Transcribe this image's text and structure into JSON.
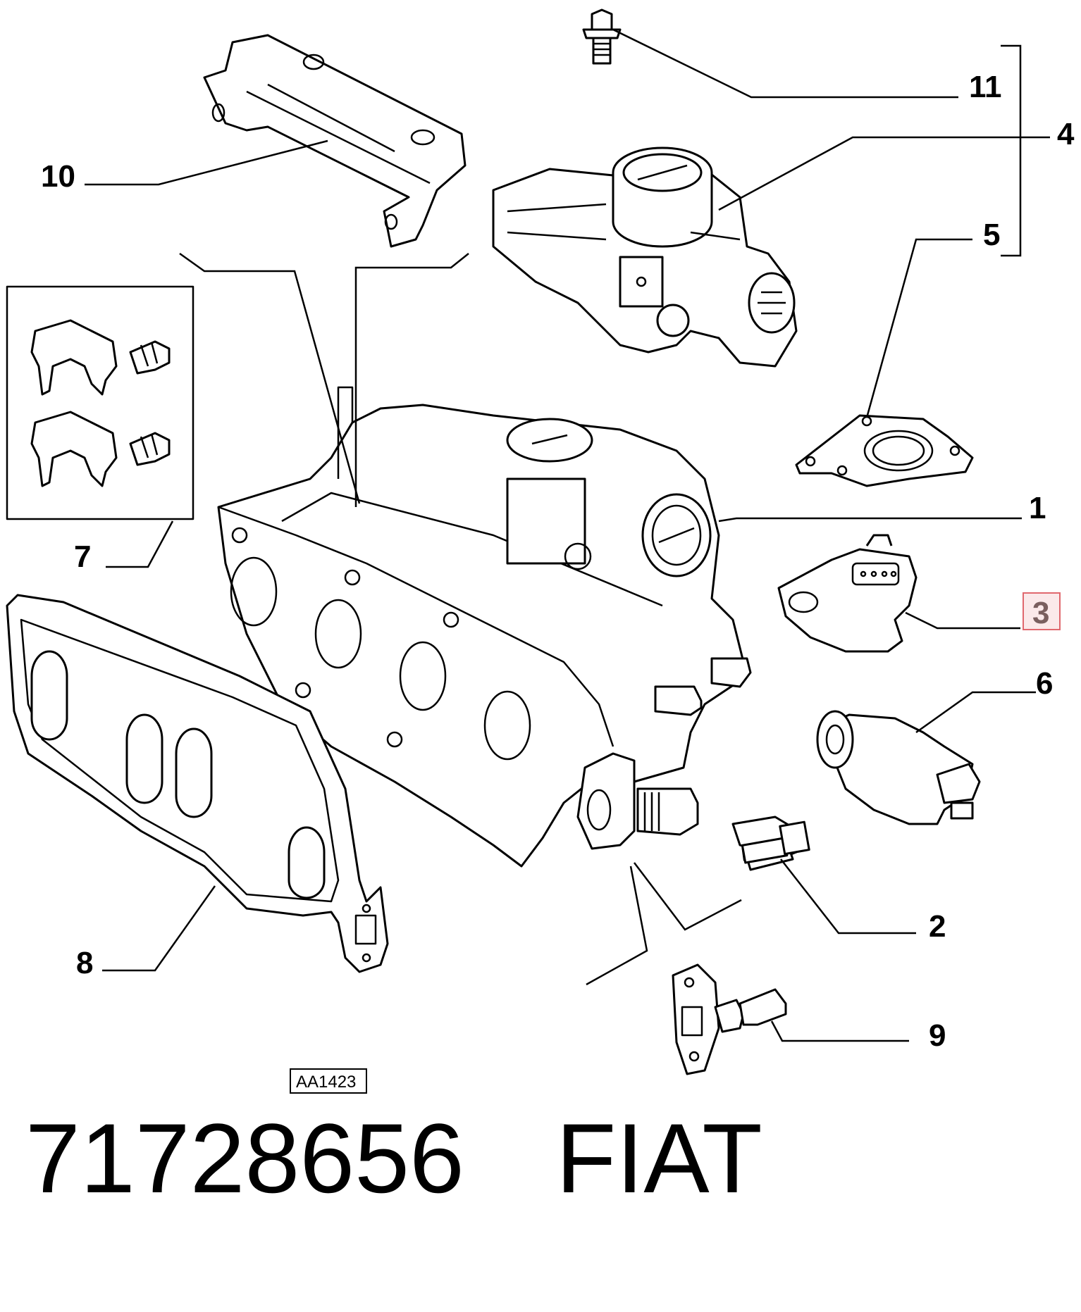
{
  "callouts": {
    "c1": "1",
    "c2": "2",
    "c3": "3",
    "c4": "4",
    "c5": "5",
    "c6": "6",
    "c7": "7",
    "c8": "8",
    "c9": "9",
    "c10": "10",
    "c11": "11"
  },
  "highlighted_callout": "3",
  "highlight_color": "#e0686e",
  "drawing_code": "AA1423",
  "footer": {
    "part_number": "71728656",
    "brand": "FIAT"
  }
}
